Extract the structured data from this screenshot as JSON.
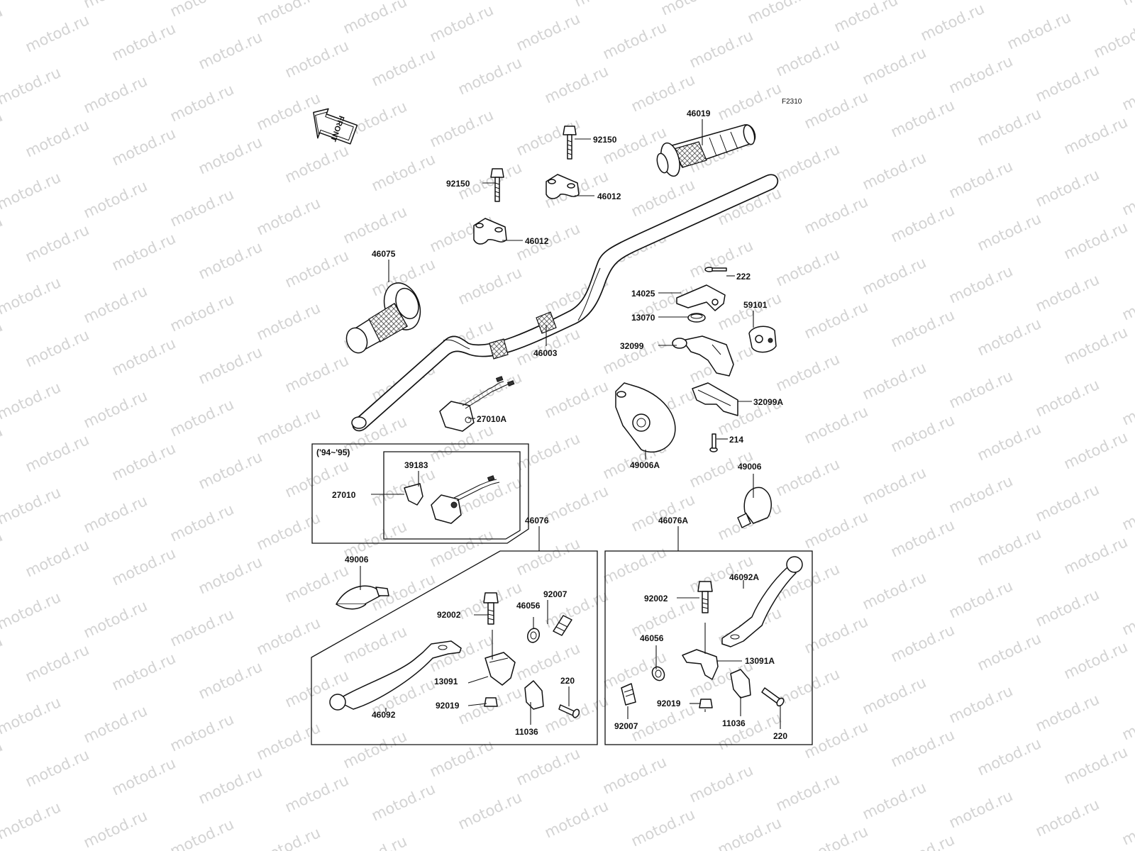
{
  "figure_code": "F2310",
  "watermark": "motod.ru",
  "front_label": "FRONT",
  "year_range": "('94~'95)",
  "labels": {
    "p46019": "46019",
    "p92150_top": "92150",
    "p92150_left": "92150",
    "p46012_right": "46012",
    "p46012_left": "46012",
    "p46075": "46075",
    "p46003": "46003",
    "p222": "222",
    "p14025": "14025",
    "p59101": "59101",
    "p13070": "13070",
    "p32099": "32099",
    "p32099A": "32099A",
    "p27010A": "27010A",
    "p214": "214",
    "p49006A": "49006A",
    "p49006_right": "49006",
    "p39183": "39183",
    "p27010": "27010",
    "p46076": "46076",
    "p46076A": "46076A",
    "p49006_left": "49006",
    "p92007_left": "92007",
    "p46056_left": "46056",
    "p92002_left": "92002",
    "p13091": "13091",
    "p220_left": "220",
    "p92019_left": "92019",
    "p46092": "46092",
    "p11036_left": "11036",
    "p46092A": "46092A",
    "p92002_right": "92002",
    "p46056_right": "46056",
    "p13091A": "13091A",
    "p92007_right": "92007",
    "p92019_right": "92019",
    "p11036_right": "11036",
    "p220_right": "220"
  }
}
